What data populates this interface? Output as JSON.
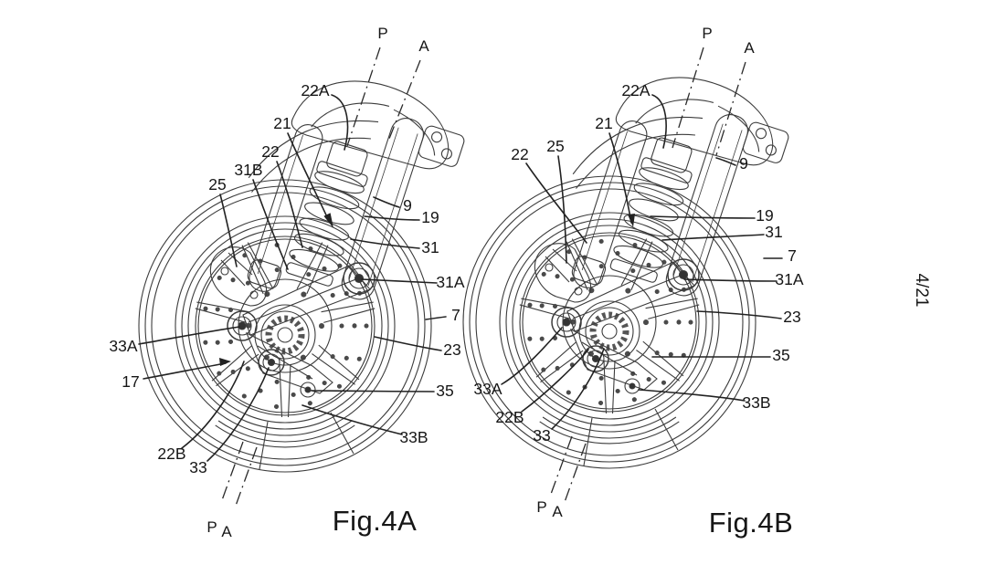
{
  "sheet": {
    "number": "4/21"
  },
  "figures": [
    {
      "name": "fig4a",
      "caption": "Fig.4A",
      "axes": {
        "p": "P",
        "a": "A"
      },
      "refs": {
        "r22A": "22A",
        "r21": "21",
        "r22": "22",
        "r31B": "31B",
        "r25": "25",
        "r9": "9",
        "r19": "19",
        "r31": "31",
        "r31A": "31A",
        "r7": "7",
        "r23": "23",
        "r33A": "33A",
        "r17": "17",
        "r35": "35",
        "r33B": "33B",
        "r22B": "22B",
        "r33": "33"
      }
    },
    {
      "name": "fig4b",
      "caption": "Fig.4B",
      "axes": {
        "p": "P",
        "a": "A"
      },
      "refs": {
        "r22A": "22A",
        "r21": "21",
        "r25": "25",
        "r22": "22",
        "r9": "9",
        "r19": "19",
        "r31": "31",
        "r7": "7",
        "r31A": "31A",
        "r23": "23",
        "r35": "35",
        "r33A": "33A",
        "r22B": "22B",
        "r33": "33",
        "r33B": "33B"
      }
    }
  ]
}
